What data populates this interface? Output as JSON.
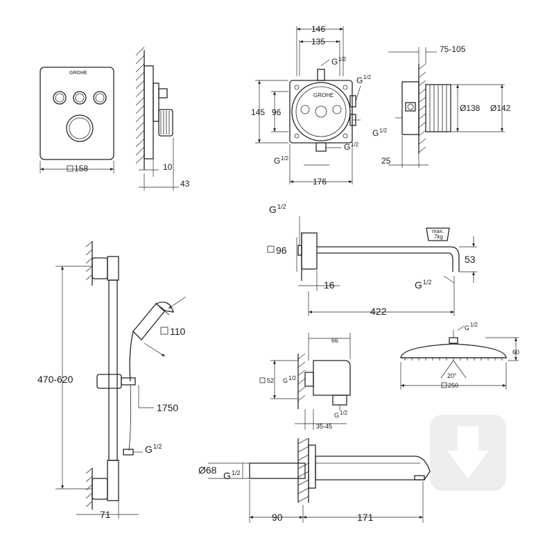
{
  "brand": "GROHE",
  "load_label": {
    "line1": "max.",
    "line2": "7kg"
  },
  "dims": {
    "panel_width": "158",
    "panel_depth_1": "10",
    "panel_depth_2": "43",
    "box_w_outer": "146",
    "box_w_inner": "135",
    "thread": "G",
    "thread_frac": "1/2",
    "box_h_outer": "145",
    "box_h_inner": "96",
    "box_base": "176",
    "side_depth": "75-105",
    "dia_138": "Ø138",
    "dia_142": "Ø142",
    "side_25": "25",
    "rail_height": "470-620",
    "hand_shower": "110",
    "hose": "1750",
    "rail_depth": "71",
    "arm_flange": "96",
    "arm_drop": "53",
    "arm_16": "16",
    "arm_len": "422",
    "elbow_66": "66",
    "elbow_52": "52",
    "elbow_range": "35-45",
    "head_60": "60",
    "head_angle": "20°",
    "head_250": "250",
    "spout_dia": "Ø68",
    "spout_90": "90",
    "spout_171": "171"
  }
}
